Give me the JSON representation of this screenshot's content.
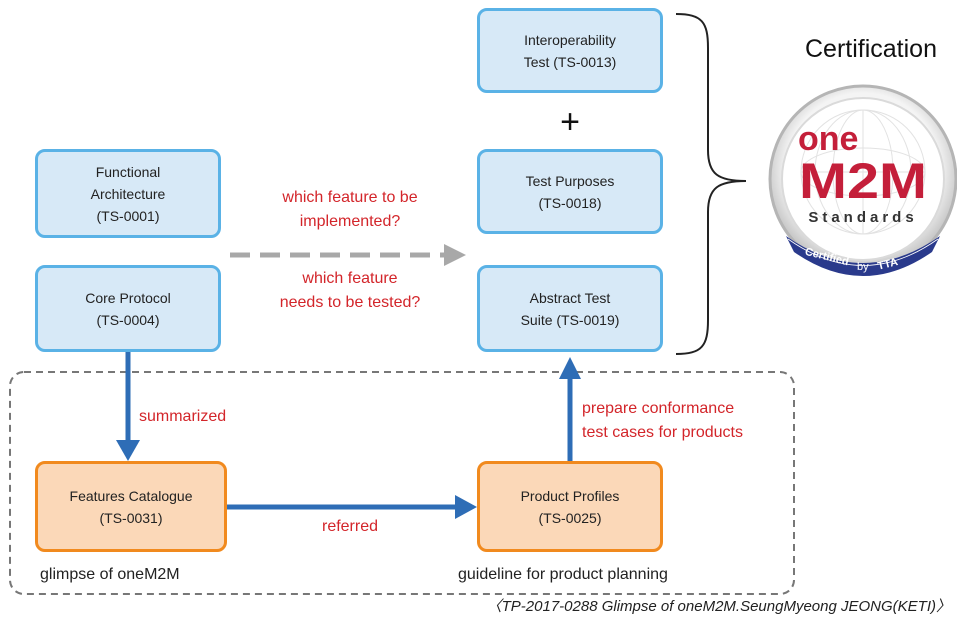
{
  "boxes": {
    "interop": [
      "Interoperability",
      "Test (TS-0013)"
    ],
    "test_purposes": [
      "Test Purposes",
      "(TS-0018)"
    ],
    "abstract_suite": [
      "Abstract Test",
      "Suite (TS-0019)"
    ],
    "functional": [
      "Functional",
      "Architecture",
      "(TS-0001)"
    ],
    "core": [
      "Core Protocol",
      "(TS-0004)"
    ],
    "features": [
      "Features Catalogue",
      "(TS-0031)"
    ],
    "profiles": [
      "Product Profiles",
      "(TS-0025)"
    ]
  },
  "plus": "+",
  "labels": {
    "which_feature_impl": [
      "which feature to be",
      "implemented?"
    ],
    "which_feature_test": [
      "which feature",
      "needs to be tested?"
    ],
    "summarized": "summarized",
    "referred": "referred",
    "prepare": [
      "prepare conformance",
      "test cases for products"
    ],
    "glimpse": "glimpse of oneM2M",
    "guideline": "guideline for product planning"
  },
  "certification": {
    "title": "Certification",
    "logo_one": "one",
    "logo_m2m": "M2M",
    "logo_standards": "Standards",
    "logo_certified": "Certified",
    "logo_by": "by",
    "logo_tta": "TTA"
  },
  "caption": "〈TP-2017-0288 Glimpse of oneM2M.SeungMyeong JEONG(KETI)〉",
  "colors": {
    "blue_border": "#5ab2e6",
    "blue_fill": "#d7e9f7",
    "orange_border": "#f18a1e",
    "orange_fill": "#fbd8b8",
    "arrow_blue": "#2e6db6",
    "label_red": "#d3252a",
    "logo_red": "#c41f3a",
    "badge_navy": "#2a3a8c"
  }
}
